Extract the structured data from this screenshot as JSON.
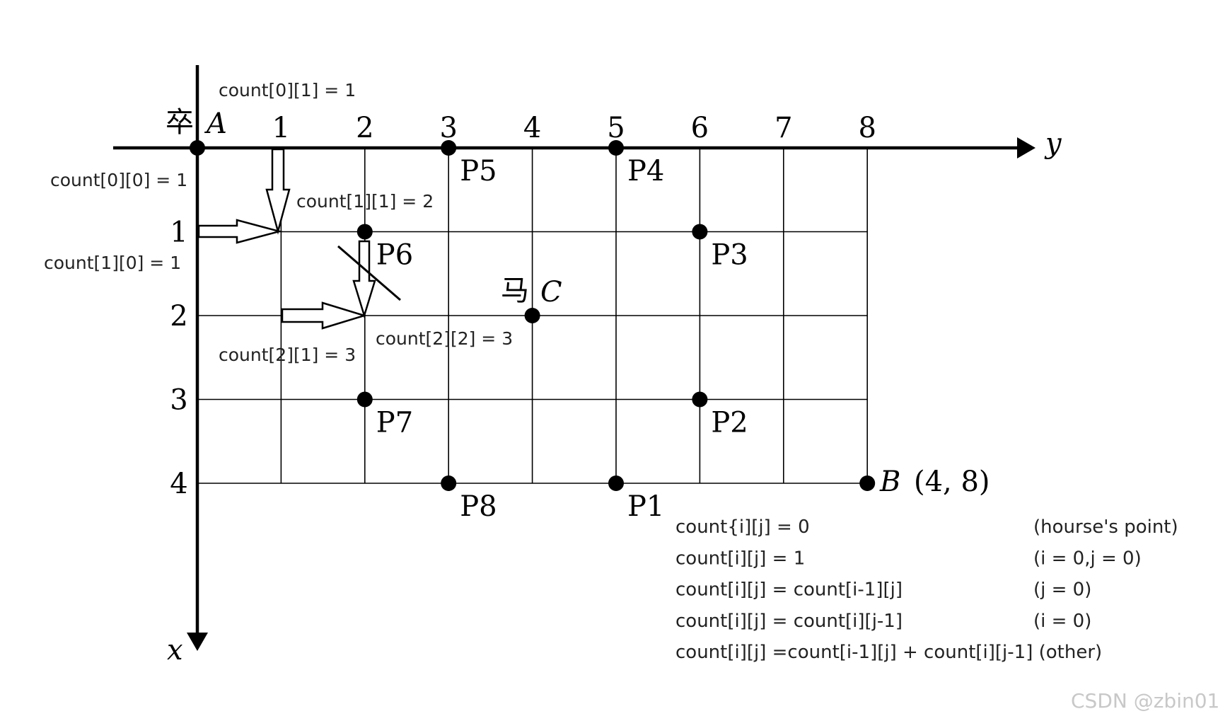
{
  "axes": {
    "y_label": "y",
    "x_label": "x",
    "y_ticks": [
      "1",
      "2",
      "3",
      "4",
      "5",
      "6",
      "7",
      "8"
    ],
    "x_ticks": [
      "1",
      "2",
      "3",
      "4"
    ]
  },
  "origin": {
    "char": "卒",
    "label": "A"
  },
  "horse": {
    "char": "马",
    "label": "C",
    "row": 2,
    "col": 4
  },
  "end": {
    "label": "B",
    "coord": "(4, 8)",
    "row": 4,
    "col": 8
  },
  "points": [
    {
      "id": "p1",
      "label": "P1",
      "row": 4,
      "col": 5
    },
    {
      "id": "p2",
      "label": "P2",
      "row": 3,
      "col": 6
    },
    {
      "id": "p3",
      "label": "P3",
      "row": 1,
      "col": 6
    },
    {
      "id": "p4",
      "label": "P4",
      "row": 0,
      "col": 5
    },
    {
      "id": "p5",
      "label": "P5",
      "row": 0,
      "col": 3
    },
    {
      "id": "p6",
      "label": "P6",
      "row": 1,
      "col": 2
    },
    {
      "id": "p7",
      "label": "P7",
      "row": 3,
      "col": 2
    },
    {
      "id": "p8",
      "label": "P8",
      "row": 4,
      "col": 3
    }
  ],
  "annotations": {
    "c01": "count[0][1] = 1",
    "c00": "count[0][0] = 1",
    "c11": "count[1][1] = 2",
    "c10": "count[1][0] = 1",
    "c22": "count[2][2] = 3",
    "c21": "count[2][1] = 3"
  },
  "formulas": [
    {
      "expr": "count{i][j] = 0",
      "cond": "(hourse's point)"
    },
    {
      "expr": "count[i][j] = 1",
      "cond": "(i = 0,j = 0)"
    },
    {
      "expr": "count[i][j] = count[i-1][j]",
      "cond": "(j = 0)"
    },
    {
      "expr": "count[i][j] = count[i][j-1]",
      "cond": "(i = 0)"
    },
    {
      "expr": "count[i][j]  =count[i-1][j] + count[i][j-1] (other)",
      "cond": ""
    }
  ],
  "watermark": "CSDN @zbin01"
}
